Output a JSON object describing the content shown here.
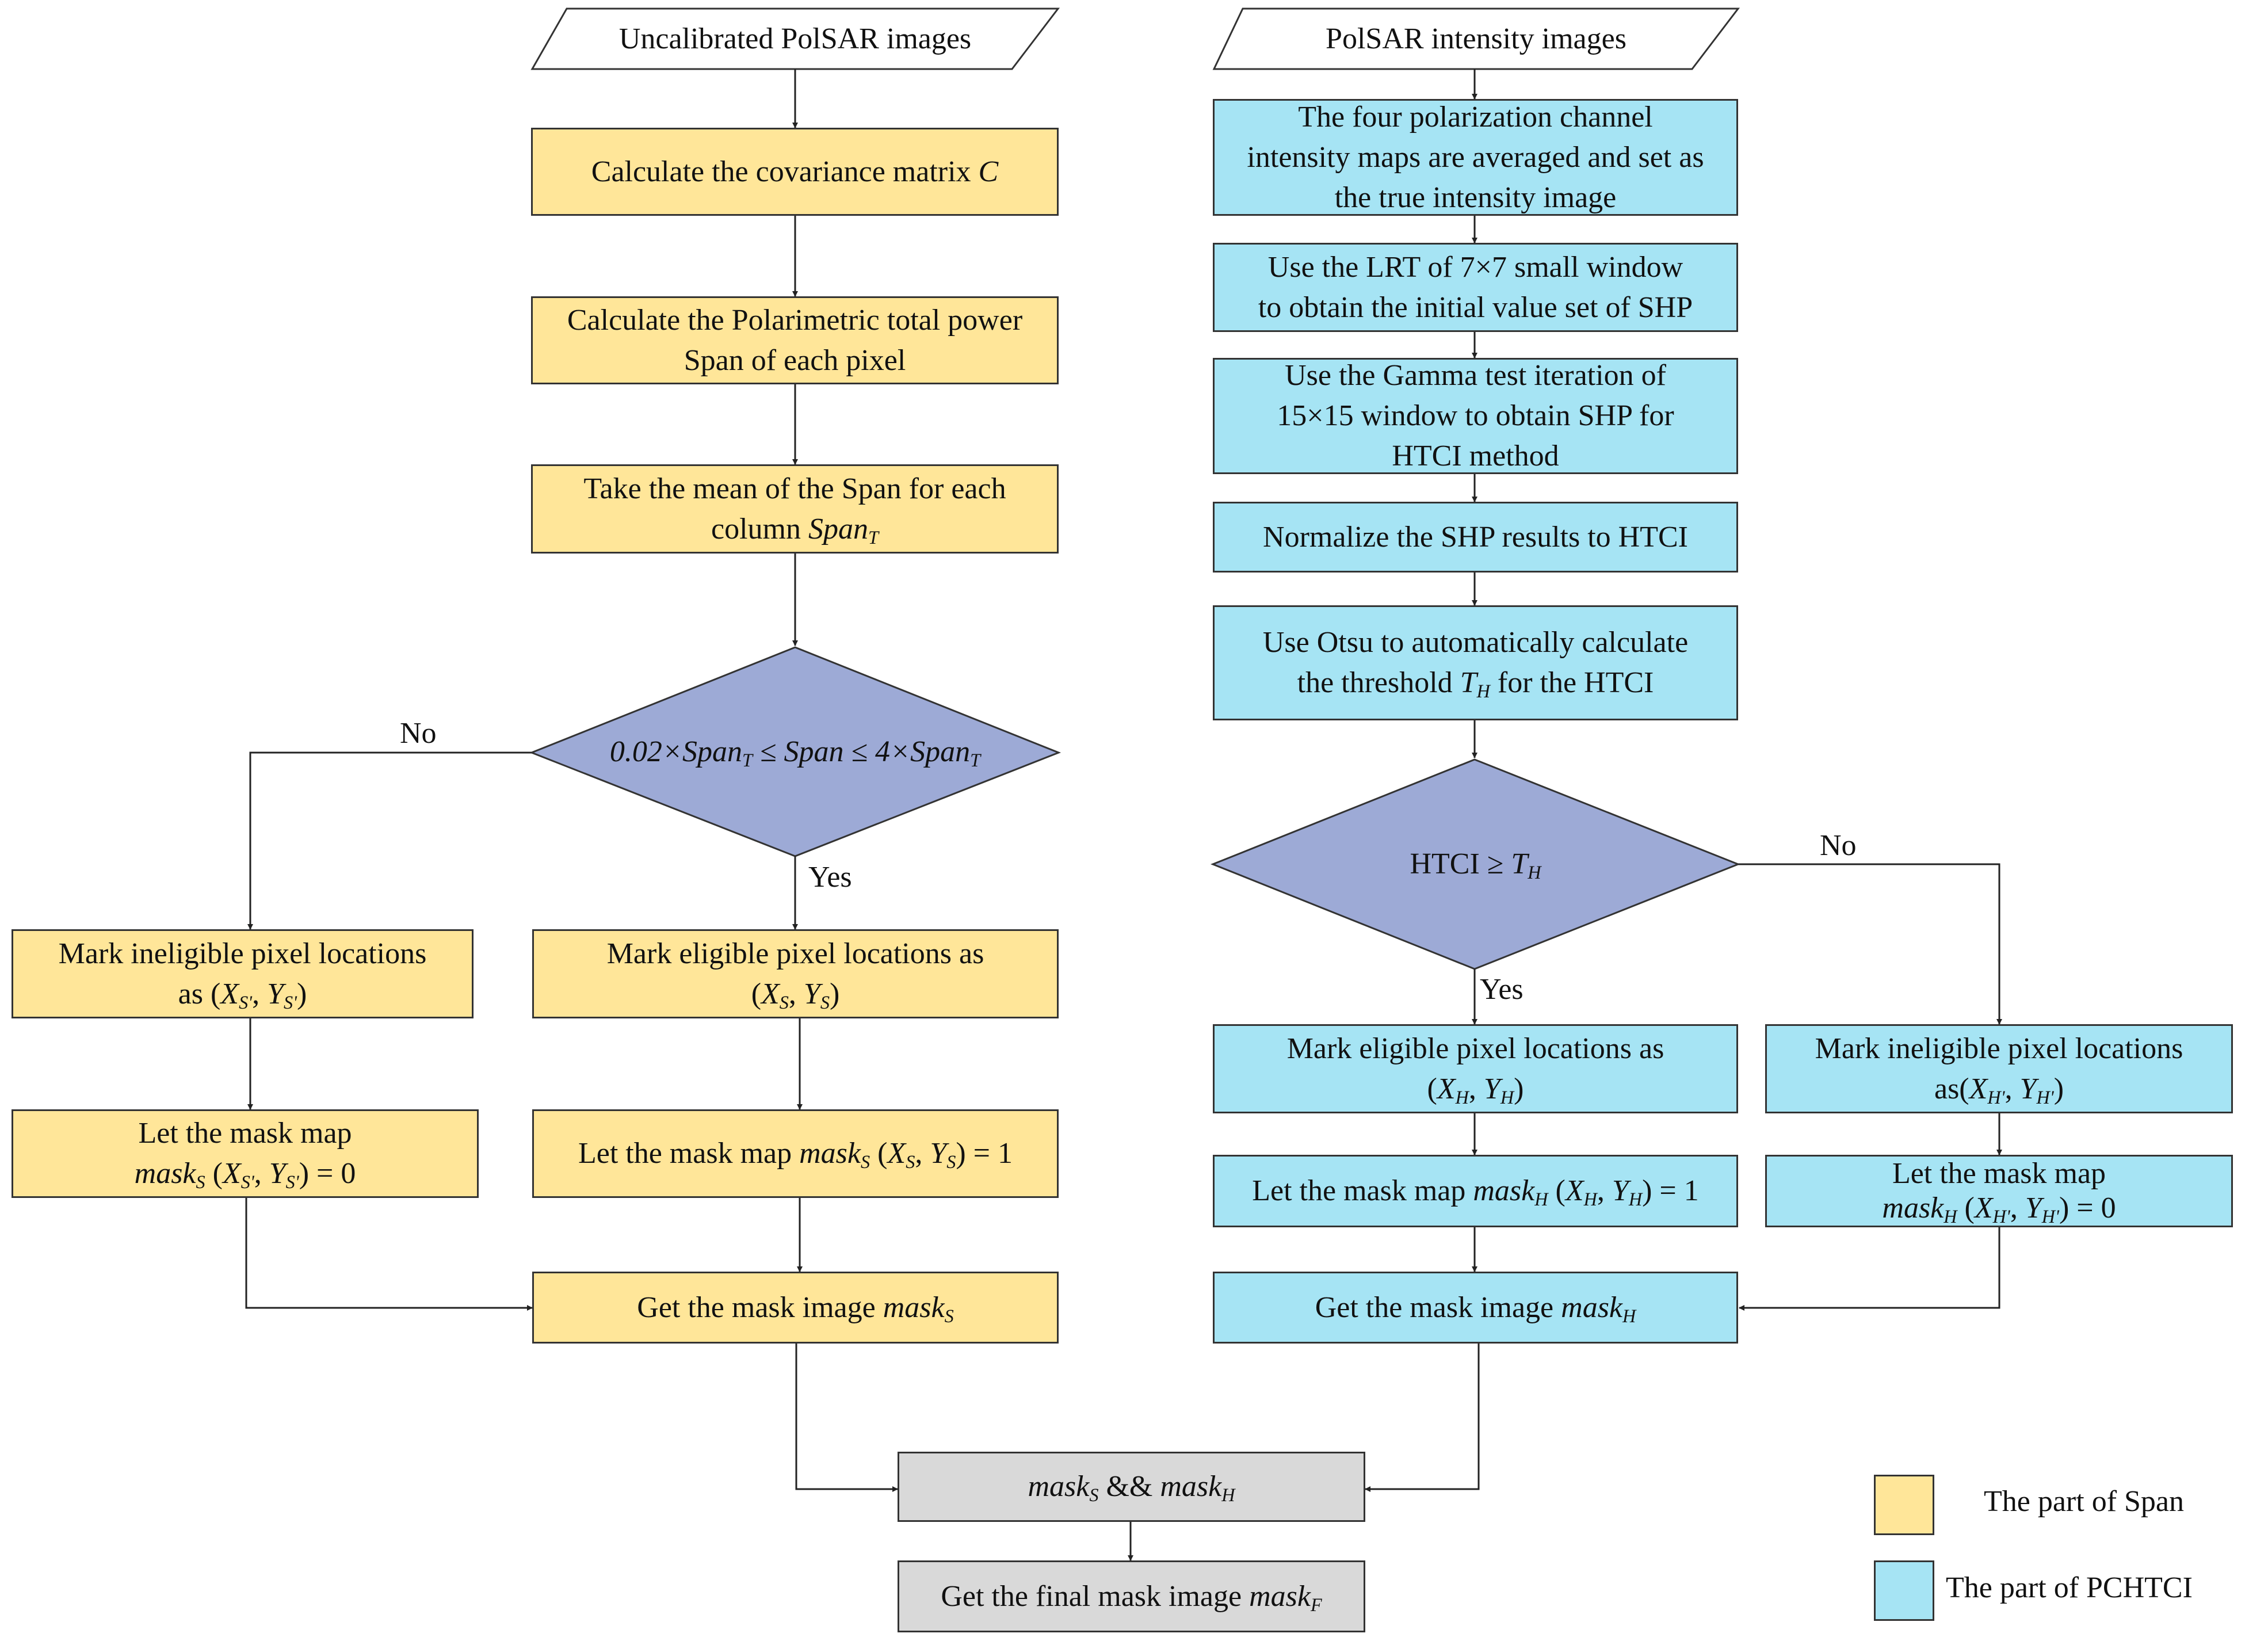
{
  "colors": {
    "span_fill": "#ffe699",
    "pchtci_fill": "#a6e4f4",
    "merge_fill": "#d9d9d9",
    "decision_fill": "#9daad6",
    "stroke": "#333333"
  },
  "left": {
    "input": "Uncalibrated PolSAR images",
    "step1": "Calculate the covariance matrix",
    "step1_var": "C",
    "step2_line1": "Calculate the Polarimetric total power",
    "step2_line2": "Span of each pixel",
    "step3_line1": "Take the mean of the Span for each",
    "step3_line2": "column",
    "step3_var": "Span",
    "step3_sub": "T",
    "decision": {
      "coef1": "0.02×",
      "span_t": "Span",
      "t": "T",
      "leq1": " ≤ ",
      "span": "Span",
      "leq2": " ≤ ",
      "coef2": "4×",
      "span_t2": "Span",
      "t2": "T"
    },
    "no_label": "No",
    "yes_label": "Yes",
    "inel_line1": "Mark ineligible pixel  locations",
    "inel_prefix": "as (",
    "inel_x": "X",
    "inel_xsub": "S'",
    "inel_comma": ", ",
    "inel_y": "Y",
    "inel_ysub": "S'",
    "inel_suffix": ")",
    "el_line1": "Mark eligible pixel locations as",
    "el_open": "(",
    "el_x": "X",
    "el_xsub": "S",
    "el_comma": ", ",
    "el_y": "Y",
    "el_ysub": "S",
    "el_close": ")",
    "mask0_line1": "Let the mask map",
    "mask0_var": "mask",
    "mask0_sub": "S",
    "mask0_open": " (",
    "mask0_x": "X",
    "mask0_xsub": "S'",
    "mask0_comma": ", ",
    "mask0_y": "Y",
    "mask0_ysub": "S'",
    "mask0_eq": ") = 0",
    "mask1_prefix": "Let the mask map ",
    "mask1_var": "mask",
    "mask1_sub": "S",
    "mask1_open": " (",
    "mask1_x": "X",
    "mask1_xsub": "S",
    "mask1_comma": ", ",
    "mask1_y": "Y",
    "mask1_ysub": "S",
    "mask1_eq": ") = 1",
    "get_prefix": "Get the mask image ",
    "get_var": "mask",
    "get_sub": "S"
  },
  "right": {
    "input": "PolSAR intensity images",
    "step1_line1": "The four polarization channel",
    "step1_line2": "intensity maps are averaged and set as",
    "step1_line3": "the true intensity image",
    "step2_line1": "Use the LRT of 7×7 small window",
    "step2_line2": "to obtain the initial value set of SHP",
    "step3_line1": "Use the Gamma test iteration of",
    "step3_line2": "15×15 window to obtain SHP for",
    "step3_line3": "HTCI method",
    "step4": "Normalize the SHP results to HTCI",
    "step5_line1": "Use Otsu to automatically calculate",
    "step5_line2_prefix": "the threshold ",
    "step5_var": "T",
    "step5_sub": "H",
    "step5_line2_suffix": " for the HTCI",
    "decision_prefix": "HTCI ≥ ",
    "decision_var": "T",
    "decision_sub": "H",
    "no_label": "No",
    "yes_label": "Yes",
    "el_line1": "Mark eligible pixel locations as",
    "el_open": "(",
    "el_x": "X",
    "el_xsub": "H",
    "el_comma": ", ",
    "el_y": "Y",
    "el_ysub": "H",
    "el_close": ")",
    "inel_line1": "Mark ineligible pixel  locations",
    "inel_prefix": "as(",
    "inel_x": "X",
    "inel_xsub": "H'",
    "inel_comma": ", ",
    "inel_y": "Y",
    "inel_ysub": "H'",
    "inel_suffix": ")",
    "mask1_prefix": "Let the mask map ",
    "mask1_var": "mask",
    "mask1_sub": "H",
    "mask1_open": " (",
    "mask1_x": "X",
    "mask1_xsub": "H",
    "mask1_comma": ", ",
    "mask1_y": "Y",
    "mask1_ysub": "H",
    "mask1_eq": ") = 1",
    "mask0_line1": "Let the mask map",
    "mask0_var": "mask",
    "mask0_sub": "H",
    "mask0_open": " (",
    "mask0_x": "X",
    "mask0_xsub": "H'",
    "mask0_comma": ", ",
    "mask0_y": "Y",
    "mask0_ysub": "H'",
    "mask0_eq": ") = 0",
    "get_prefix": "Get the mask image ",
    "get_var": "mask",
    "get_sub": "H"
  },
  "merge": {
    "var1": "mask",
    "sub1": "S",
    "op": " && ",
    "var2": "mask",
    "sub2": "H"
  },
  "final": {
    "prefix": "Get the final mask image ",
    "var": "mask",
    "sub": "F"
  },
  "legend": {
    "span": "The part of Span",
    "pchtci": "The part of PCHTCI"
  }
}
